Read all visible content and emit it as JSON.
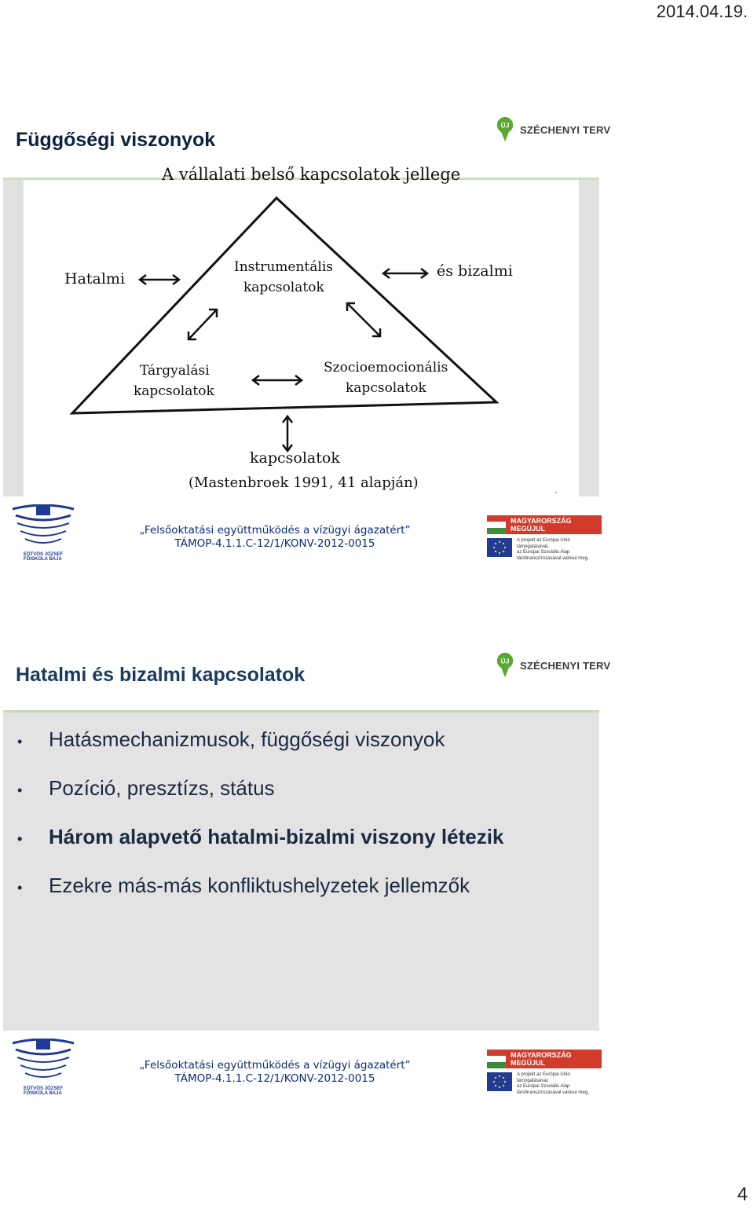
{
  "header": {
    "date": "2014.04.19."
  },
  "slide1": {
    "title": "Függőségi viszonyok",
    "logo_text": "SZÉCHENYI TERV",
    "logo_small": "ÚJ",
    "diagram": {
      "heading": "A vállalati belső kapcsolatok jellege",
      "left_label": "Hatalmi",
      "right_label": "és bizalmi",
      "top_label_1": "Instrumentális",
      "top_label_2": "kapcsolatok",
      "bl_label_1": "Tárgyalási",
      "bl_label_2": "kapcsolatok",
      "br_label_1": "Szocioemocionális",
      "br_label_2": "kapcsolatok",
      "bottom_label": "kapcsolatok",
      "source": "(Mastenbroek 1991, 41 alapján)"
    },
    "footer": {
      "line1": "„Felsőoktatási együttműködés a vízügyi ágazatért”",
      "line2": "TÁMOP-4.1.1.C-12/1/KONV-2012-0015"
    }
  },
  "slide2": {
    "title": "Hatalmi és bizalmi kapcsolatok",
    "logo_text": "SZÉCHENYI TERV",
    "logo_small": "ÚJ",
    "bullets": [
      "Hatásmechanizmusok, függőségi viszonyok",
      "Pozíció, presztízs, státus",
      "Három alapvető hatalmi-bizalmi viszony létezik",
      "Ezekre más-más konfliktushelyzetek jellemzők"
    ],
    "bullet_marker": "•",
    "footer": {
      "line1": "„Felsőoktatási együttműködés a vízügyi ágazatért”",
      "line2": "TÁMOP-4.1.1.C-12/1/KONV-2012-0015"
    }
  },
  "logos": {
    "ejf_line1": "EÖTVÖS JÓZSEF",
    "ejf_line2": "FŐISKOLA BAJA",
    "mm_banner": "MAGYARORSZÁG MEGÚJUL",
    "eu_text_1": "A projekt az Európai Unió támogatásával,",
    "eu_text_2": "az Európai Szociális Alap",
    "eu_text_3": "társfinanszírozásával valósul meg."
  },
  "page": {
    "number": "4"
  },
  "colors": {
    "title": "#1a3a5e",
    "footer": "#0a2c78",
    "green": "#5aa832"
  }
}
